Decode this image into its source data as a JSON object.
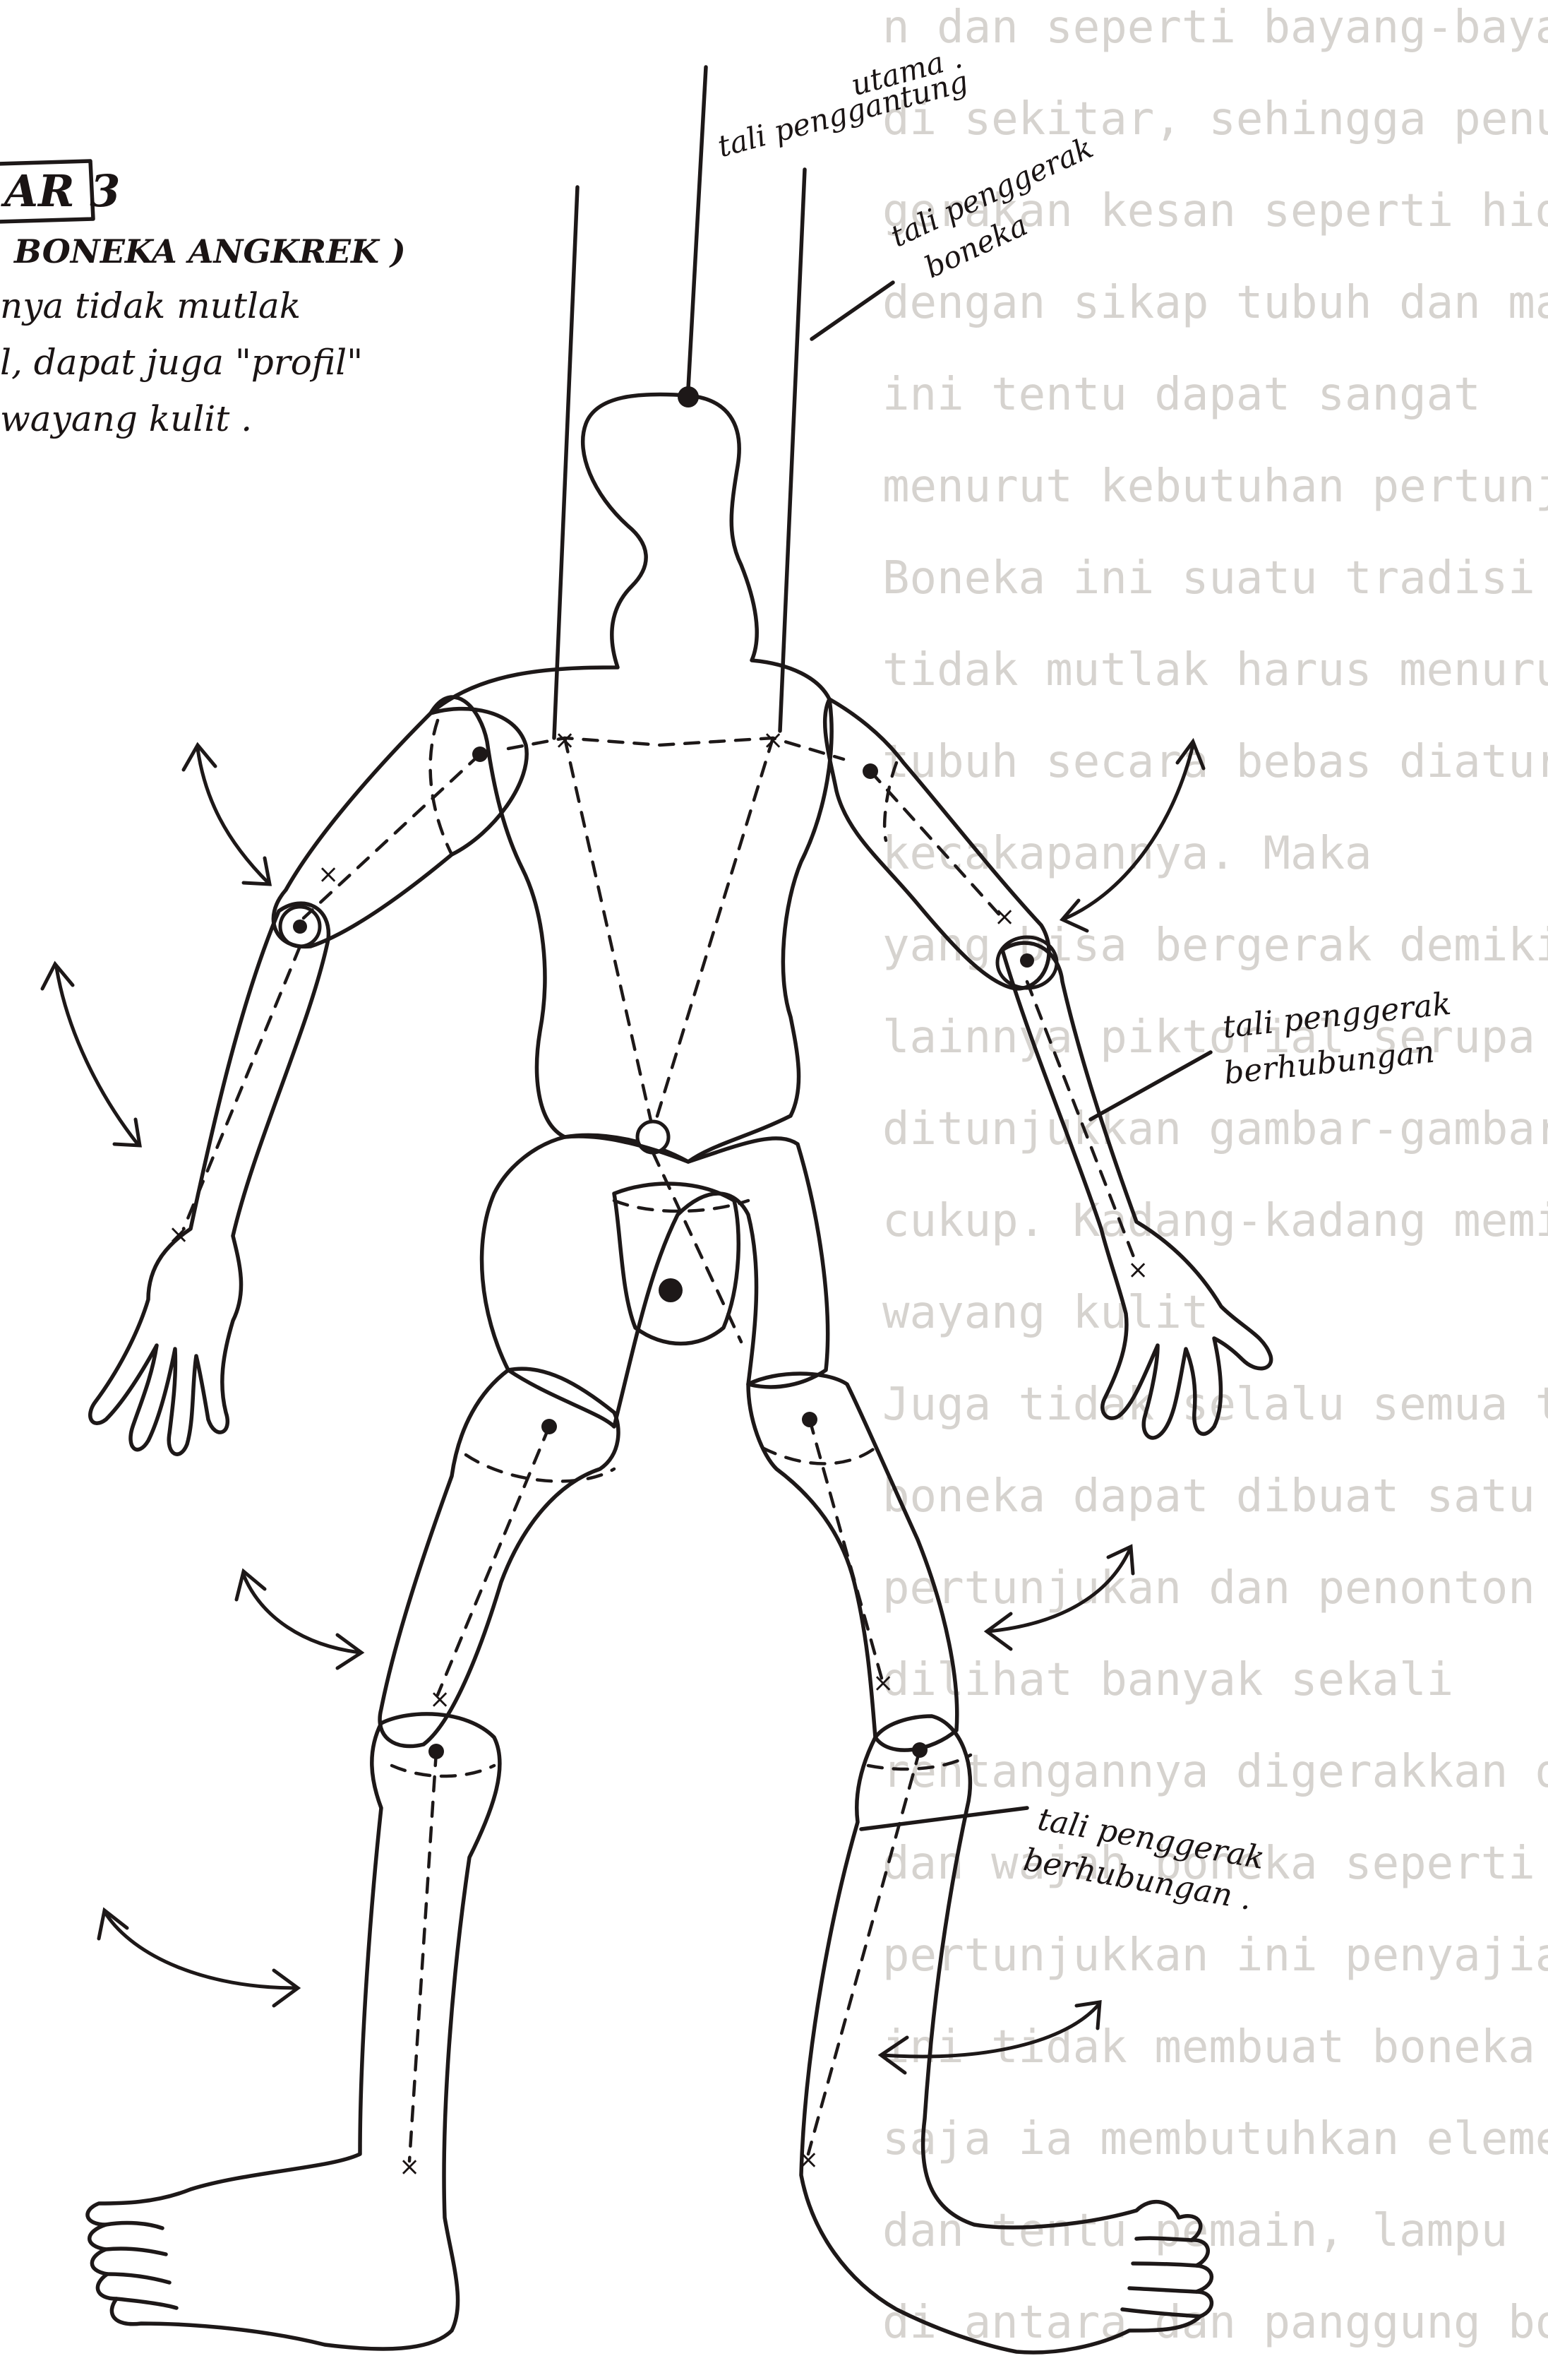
{
  "figure": {
    "label": "AR 3",
    "caption_lines": [
      "BONEKA ANGKREK )",
      "nya tidak mutlak",
      "l, dapat juga \"profil\"",
      " wayang kulit ."
    ]
  },
  "annotations": {
    "main_string": [
      "tali penggantung",
      "utama ."
    ],
    "puppet_string": [
      "tali penggerak",
      "boneka"
    ],
    "arm_connected_string": [
      "tali penggerak",
      "berhubungan"
    ],
    "leg_connected_string": [
      "tali penggerak",
      "berhubungan ."
    ]
  },
  "colors": {
    "ink": "#1d1818",
    "background_text": "#d6d3cf",
    "paper": "#ffffff"
  }
}
